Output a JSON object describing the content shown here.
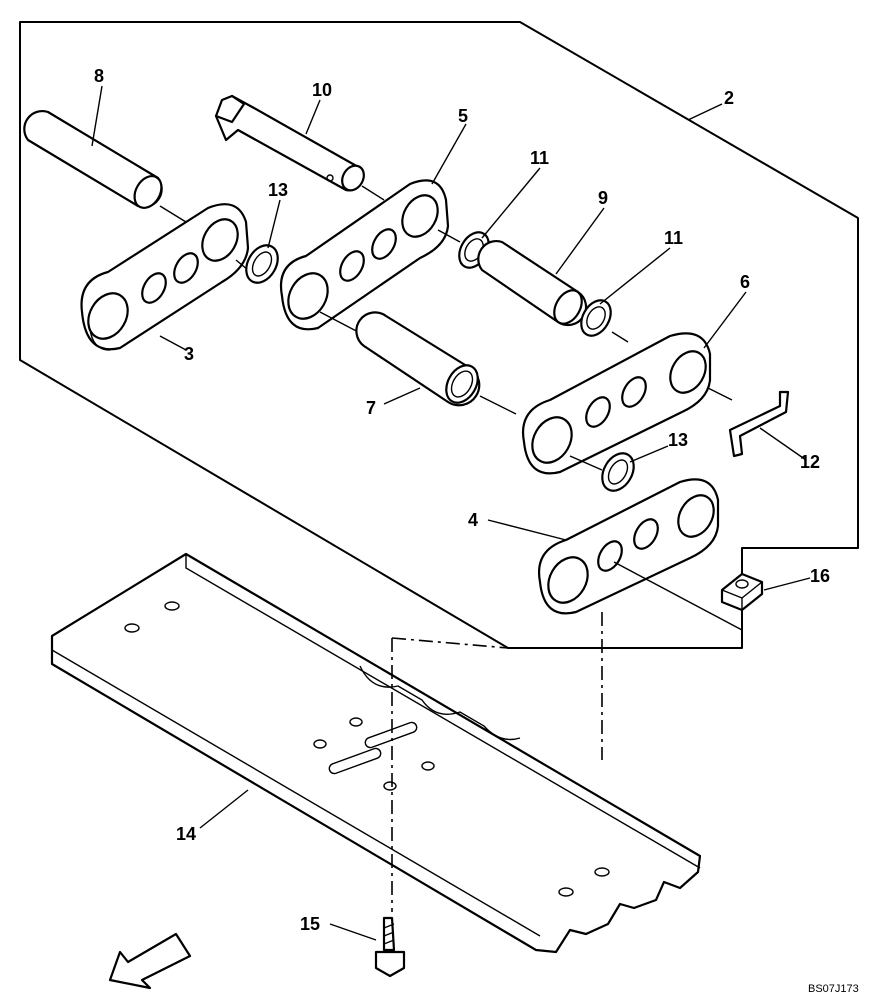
{
  "diagram": {
    "callouts": [
      {
        "id": "c2",
        "text": "2"
      },
      {
        "id": "c3",
        "text": "3"
      },
      {
        "id": "c4",
        "text": "4"
      },
      {
        "id": "c5",
        "text": "5"
      },
      {
        "id": "c6",
        "text": "6"
      },
      {
        "id": "c7",
        "text": "7"
      },
      {
        "id": "c8",
        "text": "8"
      },
      {
        "id": "c9",
        "text": "9"
      },
      {
        "id": "c10",
        "text": "10"
      },
      {
        "id": "c11a",
        "text": "11"
      },
      {
        "id": "c11b",
        "text": "11"
      },
      {
        "id": "c12",
        "text": "12"
      },
      {
        "id": "c13a",
        "text": "13"
      },
      {
        "id": "c13b",
        "text": "13"
      },
      {
        "id": "c14",
        "text": "14"
      },
      {
        "id": "c15",
        "text": "15"
      },
      {
        "id": "c16",
        "text": "16"
      }
    ],
    "reference_code": "BS07J173"
  }
}
